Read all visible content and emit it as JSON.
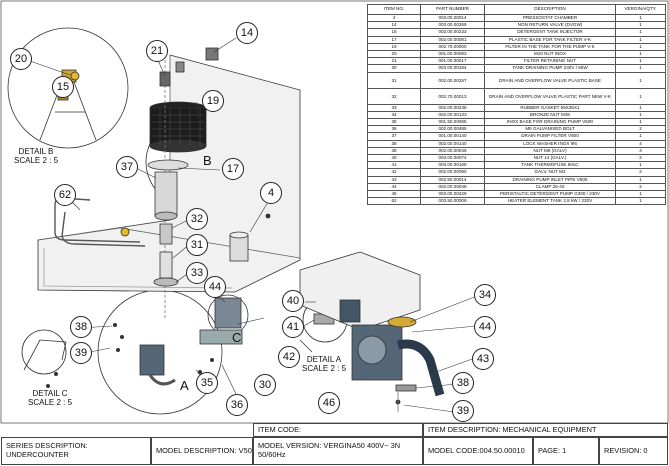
{
  "bom": {
    "headers": [
      "ITEM NO.",
      "PART NUMBER",
      "DESCRIPTION",
      "VERGINA/QTY."
    ],
    "rows": [
      [
        "4",
        "003.00.00014",
        "PRESSOSTAT CHAMBER",
        "1"
      ],
      [
        "14",
        "003.00.00269",
        "NON RETURN VALVE (DVGW)",
        "1"
      ],
      [
        "15",
        "003.00.00233",
        "DETERGENT TANK INJECTOR",
        "1"
      ],
      [
        "17",
        "002.00.00081",
        "PLASTIC BASE FOR TANK FILTER V-K",
        "1"
      ],
      [
        "19",
        "002.70.00000",
        "FILTER IN THE TANK FOR THE PUMP V-K",
        "1"
      ],
      [
        "20",
        "001.00.00093",
        "M10 NUT INOX",
        "1"
      ],
      [
        "21",
        "001.00.00017",
        "FILTER RETAINING NUT",
        "1"
      ],
      [
        "30",
        "003.00.00184",
        "TANK DRAINING PUMP 230V / 65W",
        "1"
      ],
      [
        "31",
        "002.00.00257",
        "DRAIN AND OVERFLOW VALVE PLASTIC BASE",
        "1"
      ],
      [
        "32",
        "002.70.00013",
        "DRAIN AND OVERFLOW VALVE PLASTIC PART NEW V-K",
        "1"
      ],
      [
        "33",
        "002.00.00238",
        "RUBBER GASKET 55X35X1",
        "1"
      ],
      [
        "34",
        "002.00.00133",
        "BRONZE NUT M36",
        "1"
      ],
      [
        "35",
        "001.50.00065",
        "INOX BASE FOR DRAINING PUMP V500",
        "1"
      ],
      [
        "36",
        "002.00.00485",
        "M6 GALVANISED BOLT",
        "2"
      ],
      [
        "37",
        "001.00.00140",
        "DRAIN PUMP FILTER V500",
        "1"
      ],
      [
        "38",
        "002.00.00140",
        "LOCK WASHER INOX Φ6",
        "4"
      ],
      [
        "39",
        "002.00.00046",
        "NUT M6 (GALV)",
        "4"
      ],
      [
        "40",
        "003.00.00074",
        "NUT 14 (GALV.)",
        "2"
      ],
      [
        "41",
        "003.00.00168",
        "TANK THERMOFUSE 90oC",
        "1"
      ],
      [
        "42",
        "002.00.00090",
        "GALV. NUT M3",
        "2"
      ],
      [
        "43",
        "002.50.00014",
        "DRAINING PUMP INLET PIPE V500",
        "1"
      ],
      [
        "44",
        "002.00.00048",
        "CLAMP 25-40",
        "2"
      ],
      [
        "46",
        "003.00.00429",
        "PERISTALTIC DETERGENT PUMP G300 / 230V",
        "1"
      ],
      [
        "62",
        "003.50.00008",
        "HEATER ELEMENT TANK 2,8 kW / 230V",
        "1"
      ]
    ]
  },
  "title_block": {
    "item_code": "ITEM  CODE:",
    "item_description": "ITEM  DESCRIPTION: MECHANICAL EQUIPMENT",
    "series_description": "SERIES DESCRIPTION: UNDERCOUNTER",
    "model_description": "MODEL DESCRIPTION: V50",
    "model_version": "MODEL VERSION: VERGINA50 400V~ 3N\n50/60Hz",
    "model_code": "MODEL CODE:004.50.00010",
    "page": "PAGE: 1",
    "revision": "REVISION: 0"
  },
  "callouts": {
    "detail_b": "DETAIL B\nSCALE 2 : 5",
    "detail_a": "DETAIL A\nSCALE 2 : 5",
    "detail_c": "DETAIL C\nSCALE 2 : 5",
    "view_a": "A",
    "view_b": "B",
    "view_c": "C"
  },
  "balloons": [
    "20",
    "15",
    "21",
    "14",
    "19",
    "37",
    "17",
    "62",
    "4",
    "32",
    "31",
    "33",
    "44",
    "40",
    "41",
    "42",
    "34",
    "44",
    "43",
    "38",
    "39",
    "46",
    "38",
    "39",
    "35",
    "36",
    "30"
  ]
}
